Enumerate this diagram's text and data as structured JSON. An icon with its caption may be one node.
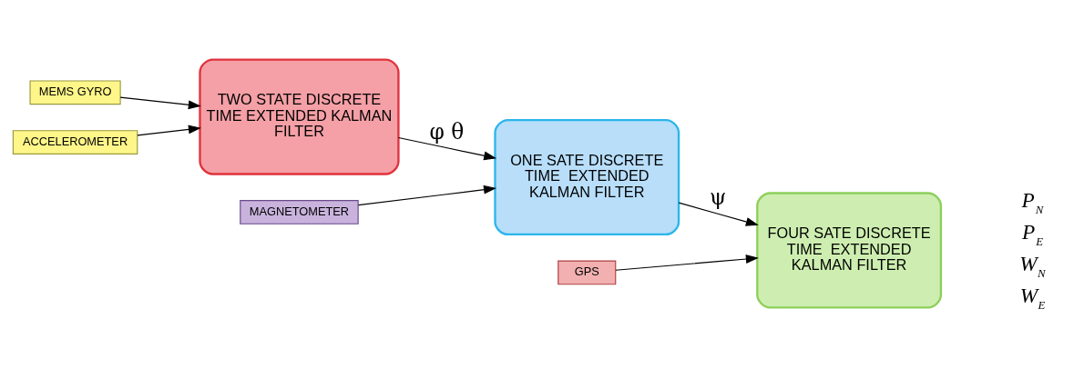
{
  "diagram": {
    "nodes": [
      {
        "text": [
          "MEMS GYRO"
        ]
      },
      {
        "text": [
          "ACCELEROMETER"
        ]
      },
      {
        "text": [
          "TWO STATE DISCRETE TIME EXTENDED KALMAN FILTER"
        ]
      },
      {
        "text": [
          "MAGNETOMETER"
        ]
      },
      {
        "text": [
          "ONE SATE DISCRETE TIME  EXTENDED KALMAN FILTER"
        ]
      },
      {
        "text": [
          "GPS"
        ]
      },
      {
        "text": [
          "FOUR SATE DISCRETE TIME  EXTENDED KALMAN FILTER"
        ]
      }
    ],
    "edges": [
      {
        "from": 0,
        "to": 2,
        "arrow": "to"
      },
      {
        "from": 1,
        "to": 2,
        "arrow": "to"
      },
      {
        "from": 2,
        "to": 4,
        "arrow": "to",
        "label": "φ θ"
      },
      {
        "from": 3,
        "to": 4,
        "arrow": "to"
      },
      {
        "from": 4,
        "to": 6,
        "arrow": "to",
        "label": "ψ"
      },
      {
        "from": 5,
        "to": 6,
        "arrow": "to"
      }
    ],
    "labels": [
      "P$_{N}$",
      "P$_{E}$",
      "W$_{N}$",
      "W$_{E}$"
    ]
  }
}
